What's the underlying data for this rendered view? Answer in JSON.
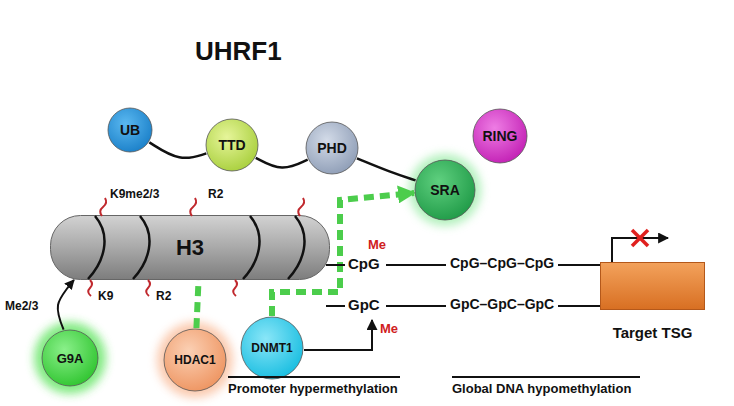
{
  "diagram": {
    "nodes": [
      {
        "text": [
          "UHRF1"
        ]
      },
      {
        "text": [
          "UB"
        ],
        "in": 0
      },
      {
        "text": [
          "TTD"
        ],
        "in": 0
      },
      {
        "text": [
          "PHD"
        ],
        "in": 0
      },
      {
        "text": [
          "SRA"
        ],
        "in": 0
      },
      {
        "text": [
          "RING"
        ],
        "in": 0
      },
      {
        "text": [
          "H3"
        ]
      },
      {
        "text": [
          "G9A"
        ]
      },
      {
        "text": [
          "HDAC1"
        ]
      },
      {
        "text": [
          "DNMT1"
        ]
      },
      {
        "text": [
          "Target TSG"
        ]
      }
    ],
    "edges": [
      {
        "from": 1,
        "to": 2,
        "arrow": "none"
      },
      {
        "from": 2,
        "to": 3,
        "arrow": "none"
      },
      {
        "from": 3,
        "to": 4,
        "arrow": "none"
      },
      {
        "from": 7,
        "to": 6,
        "arrow": "to"
      },
      {
        "from": 8,
        "to": 6,
        "arrow": "none"
      },
      {
        "from": 9,
        "to": 4,
        "arrow": "to"
      }
    ],
    "labels": [
      "K9me2/3",
      "R2",
      "Me",
      "Me2/3",
      "K9",
      "R2",
      "CpG",
      "GpC",
      "Me",
      "CpG–CpG–CpG",
      "GpC–GpC–GpC",
      "Promoter hypermethylation",
      "Global DNA hypomethylation"
    ]
  }
}
